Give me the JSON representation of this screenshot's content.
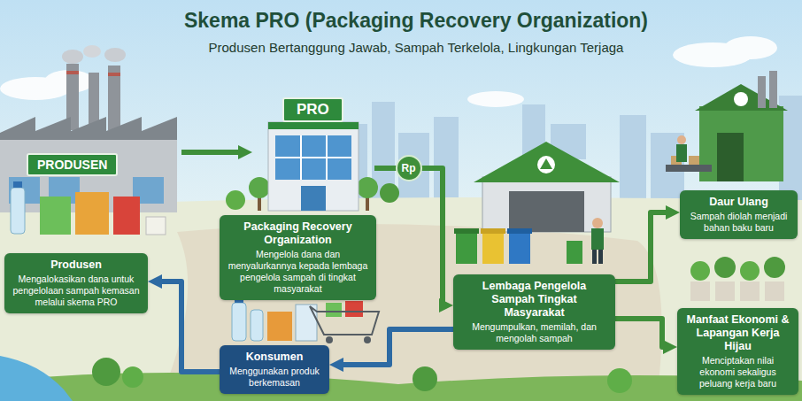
{
  "diagram": {
    "title": "Skema PRO (Packaging Recovery Organization)",
    "nodes": [
      {
        "text": [
          "PRODUSEN"
        ]
      },
      {
        "text": [
          "PRO"
        ]
      },
      {
        "text": [
          "Produsen",
          "Mengalokasikan dana untuk pengelolaan sampah kemasan melalui skema PRO"
        ]
      },
      {
        "text": [
          "Packaging Recovery Organization",
          "Mengelola dana dan menyalurkannya kepada lembaga pengelola sampah di tingkat masyarakat"
        ]
      },
      {
        "text": [
          "Daur Ulang",
          "Sampah diolah menjadi bahan baku baru"
        ]
      },
      {
        "text": [
          "Lembaga Pengelola Sampah Tingkat Masyarakat",
          "Mengumpulkan, memilah, dan mengolah sampah"
        ]
      },
      {
        "text": [
          "Manfaat Ekonomi & Lapangan Kerja Hijau",
          "Menciptakan nilai ekonomi sekaligus peluang kerja baru"
        ]
      },
      {
        "text": [
          "Konsumen",
          "Menggunakan produk berkemasan"
        ]
      }
    ],
    "edges": [
      {
        "from": 0,
        "to": 1,
        "arrow": "to"
      },
      {
        "from": 1,
        "to": 5,
        "label": "Rp",
        "arrow": "to"
      },
      {
        "from": 5,
        "to": 4,
        "arrow": "to"
      },
      {
        "from": 5,
        "to": 6,
        "arrow": "to"
      },
      {
        "from": 5,
        "to": 7,
        "arrow": "to"
      },
      {
        "from": 7,
        "to": 2,
        "arrow": "to"
      }
    ],
    "labels": [
      "Produsen Bertanggung Jawab, Sampah Terkelola, Lingkungan Terjaga"
    ]
  }
}
